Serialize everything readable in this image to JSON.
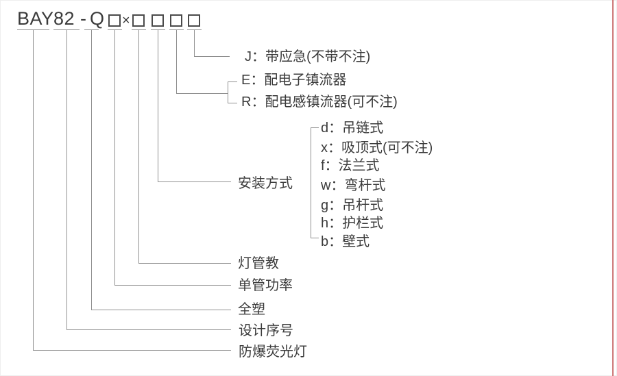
{
  "model_code": {
    "series": "BAY",
    "design_no": "82",
    "dash": "-",
    "plastic_code": "Q",
    "times_sign": "×"
  },
  "legend": {
    "emergency": "J：带应急(不带不注)",
    "electronic_ballast": "E：配电子镇流器",
    "inductive_ballast": "R：配电感镇流器(可不注)",
    "mounting_label": "安装方式",
    "mounting_options": [
      "d：吊链式",
      "x：吸顶式(可不注)",
      "f：法兰式",
      "w：弯杆式",
      "g：吊杆式",
      "h：护栏式",
      "b：壁式"
    ],
    "lamp_count": "灯管教",
    "single_lamp_power": "单管功率",
    "all_plastic": "全塑",
    "design_serial": "设计序号",
    "product_name": "防爆荧光灯"
  },
  "colors": {
    "line": "#8f8f8f",
    "text": "#3b3b3b",
    "box_border": "#4a4a4a",
    "right_rule": "#cd7878"
  }
}
